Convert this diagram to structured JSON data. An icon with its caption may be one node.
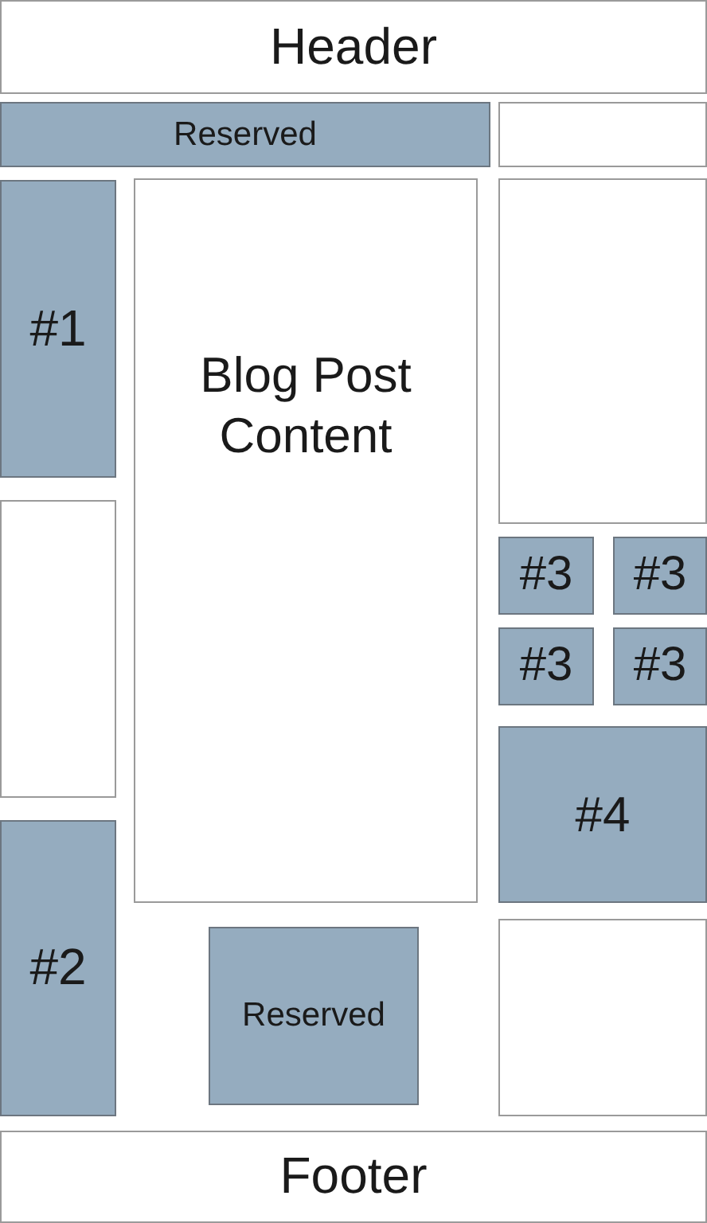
{
  "diagram": {
    "nodes": [
      {
        "text": [
          "Header"
        ]
      },
      {
        "text": [
          "Reserved"
        ]
      },
      {
        "text": [],
        "shape": "box"
      },
      {
        "text": [
          "#1"
        ]
      },
      {
        "text": [
          "Blog Post Content"
        ]
      },
      {
        "text": [],
        "shape": "box"
      },
      {
        "text": [
          "#3"
        ]
      },
      {
        "text": [
          "#3"
        ]
      },
      {
        "text": [
          "#3"
        ]
      },
      {
        "text": [
          "#3"
        ]
      },
      {
        "text": [],
        "shape": "box"
      },
      {
        "text": [
          "#4"
        ]
      },
      {
        "text": [
          "#2"
        ]
      },
      {
        "text": [
          "Reserved"
        ]
      },
      {
        "text": [],
        "shape": "box"
      },
      {
        "text": [
          "Footer"
        ]
      }
    ]
  }
}
